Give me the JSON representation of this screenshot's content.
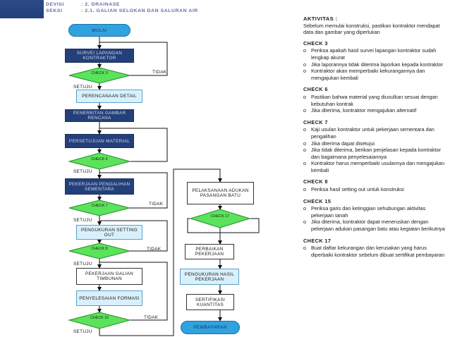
{
  "header": {
    "devisi_key": "DEVISI",
    "devisi_val": ": 2. DRAINASE",
    "seksi_key": "SEKSI",
    "seksi_val": ": 2.1. GALIAN SELOKAN DAN SALURAN AIR"
  },
  "flow": {
    "mulai": "MULAI",
    "survei": "SURVEI LAPANGAN KONTRAKTOR",
    "check3": "CHECK 3",
    "tidak1": "TIDAK",
    "setuju1": "SETUJU",
    "perencanaan": "PERENCANAAN DETAIL",
    "penerbitan": "PENERBITAN GAMBAR RENCANA",
    "persetujuan": "PERSETUJUAN MATERIAL",
    "check6": "CHECK 6",
    "setuju2": "SETUJU",
    "pekerjaan_pengalihan": "PEKERJAAN PENGALIHAN SEMENTARA",
    "check7": "CHECK 7",
    "tidak2": "TIDAK",
    "setuju3": "SETUJU",
    "pengukuran_setting": "PENGUKURAN SETTING OUT",
    "check8": "CHECK 8",
    "tidak3": "TIDAK",
    "setuju4": "SETUJU",
    "pekerjaan_galian": "PEKERJAAN GALIAN TIMBUNAN",
    "penyelesaian": "PENYELESAIAN FORMASI",
    "check15": "CHECK 15",
    "tidak4": "TIDAK",
    "setuju5": "SETUJU",
    "pelaksanaan": "PELAKSANAAN ADUKAN PASANGAN BATU",
    "check17": "CHECK 17",
    "perbaikan": "PERBAIKAN PEKERJAAN",
    "pengukuran_hasil": "PENGUKURAN HASIL PEKERJAAN",
    "sertifikasi": "SERTIFIKASI KUANTITAS",
    "pembayaran": "PEMBAYARAN"
  },
  "panel": {
    "title": "AKTIVITAS :",
    "intro": "Sebelum memulai konstruksi, pastikan kontraktor mendapat data dan gambar yang diperlukan",
    "sections": [
      {
        "title": "CHECK 3",
        "items": [
          "Periksa apakah hasil survei lapangan kontraktor sudah lengkap akurat",
          "Jika laporannya tidak diterima laporkan kepada kontraktor",
          "Kontraktor akan memperbaiki kekurangannya dan mengajukan kembali"
        ]
      },
      {
        "title": "CHECK 6",
        "items": [
          "Pastikan bahwa material yang diusulkan sesuai dengan kebutuhan kontrak",
          "Jika diterima, kontraktor mengajukan alternatif"
        ]
      },
      {
        "title": "CHECK 7",
        "items": [
          "Kaji usulan kontraktor untuk pekerjaan sementara dan pengalihan",
          "Jika diterima dapat disetujui",
          "Jika tidak diterima, berikan penjelasan kepada kontraktor dan bagaimana penyelesaiannya",
          "Kontraktor harus memperbaiki usulannya dan mengajukan kembali"
        ]
      },
      {
        "title": "CHECK 8",
        "items": [
          "Periksa hasil setting out untuk konstruksi"
        ]
      },
      {
        "title": "CHECK 15",
        "items": [
          "Periksa garis dan ketinggian sehubungan aktivitas pekerjaan tanah",
          "Jika diterima, kontraktor dapat meneruskan dengan pekerjaan adukan pasangan batu atau kegiatan berikutnya"
        ]
      },
      {
        "title": "CHECK 17",
        "items": [
          "Buat daftar kekurangan dan kerusakan yang harus diperbaiki kontraktor sebelum dibuat sertifikat pembayaran"
        ]
      }
    ],
    "bullet": "o"
  }
}
